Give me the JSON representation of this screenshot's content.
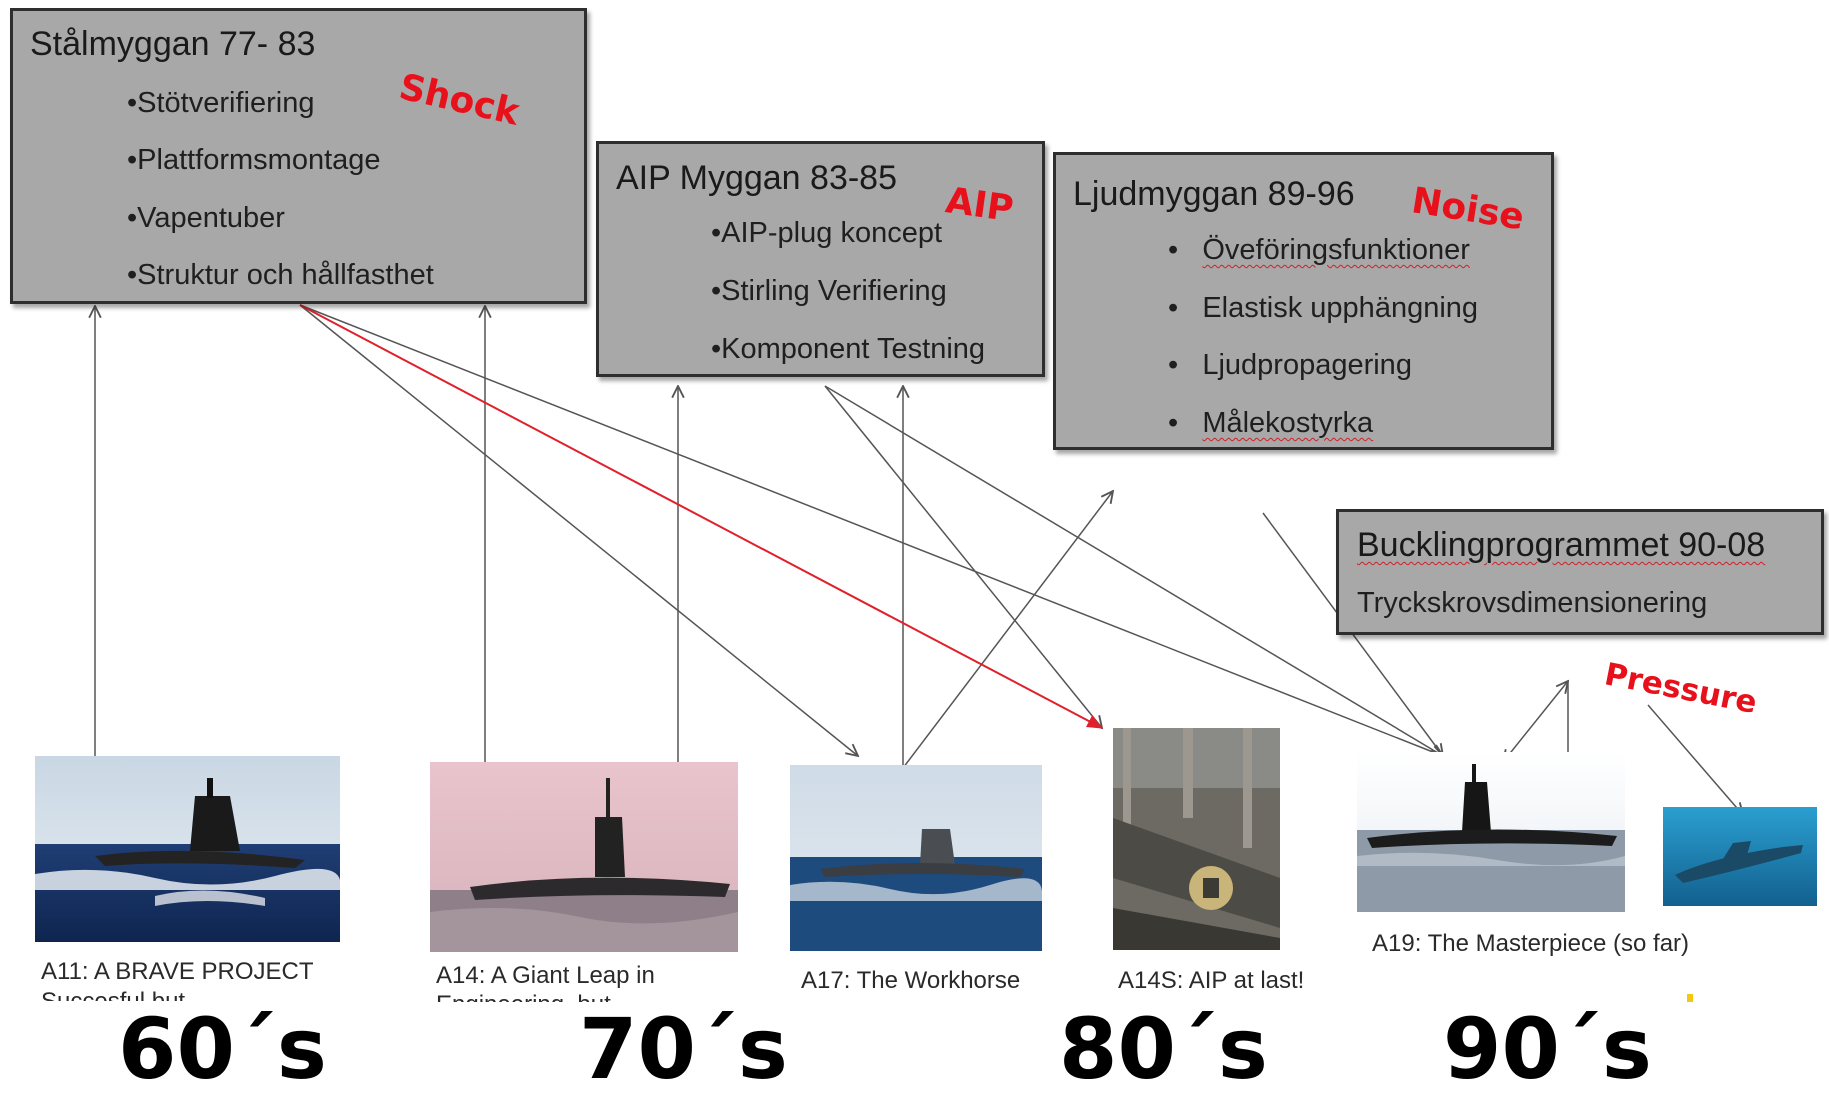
{
  "boxes": {
    "stalmyggan": {
      "title": "Stålmyggan 77- 83",
      "tag": "Shock",
      "bullets": [
        "•Stötverifiering",
        "•Plattformsmontage",
        "•Vapentuber",
        "•Struktur och hållfasthet"
      ]
    },
    "aip": {
      "title": "AIP Myggan 83-85",
      "tag": "AIP",
      "bullets": [
        "•AIP-plug koncept",
        "•Stirling Verifiering",
        "•Komponent Testning"
      ]
    },
    "ljud": {
      "title": "Ljudmyggan 89-96",
      "tag": "Noise",
      "bullets": [
        "Öveföringsfunktioner",
        "Elastisk upphängning",
        "Ljudpropagering",
        "Målekostyrka"
      ]
    },
    "buckling": {
      "title": "Bucklingprogrammet 90-08",
      "subtitle": "Tryckskrovsdimensionering",
      "tag": "Pressure"
    }
  },
  "submarines": [
    {
      "caption": "A11: A BRAVE PROJECT",
      "caption2": "Succesful but"
    },
    {
      "caption": "A14: A Giant Leap in",
      "caption2": "Engineering, but"
    },
    {
      "caption": "A17: The Workhorse"
    },
    {
      "caption": "A14S: AIP at last!"
    },
    {
      "caption": "A19: The Masterpiece (so far)"
    }
  ],
  "decades": [
    "60´s",
    "70´s",
    "80´s",
    "90´s"
  ],
  "colors": {
    "box_fill": "#a8a8a8",
    "tag_red": "#e8101a",
    "arrow": "#555555",
    "arrow_highlight": "#e0202a"
  }
}
